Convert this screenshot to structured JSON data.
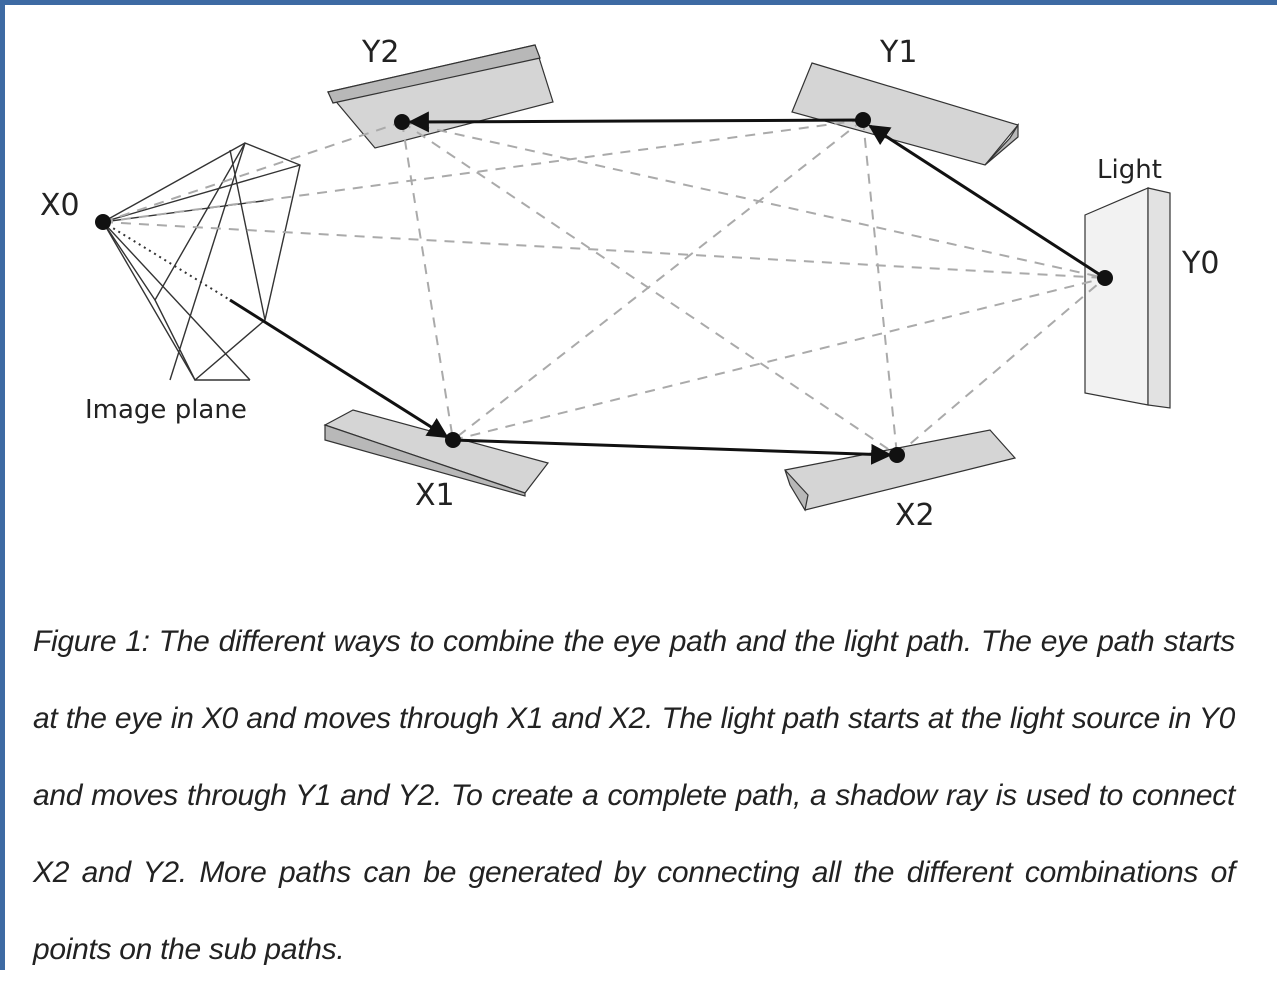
{
  "diagram": {
    "labels": {
      "x0": "X0",
      "x1": "X1",
      "x2": "X2",
      "y0": "Y0",
      "y1": "Y1",
      "y2": "Y2",
      "light": "Light",
      "image_plane": "Image plane"
    }
  },
  "caption": "Figure 1: The different ways to combine the eye path and the light path. The eye path starts at the eye in X0 and moves through X1 and X2. The light path starts at the light source in Y0 and moves through Y1 and Y2. To create a complete path, a shadow ray is used to connect X2 and Y2. More paths can be generated by connecting all the different combinations of points on the sub paths."
}
